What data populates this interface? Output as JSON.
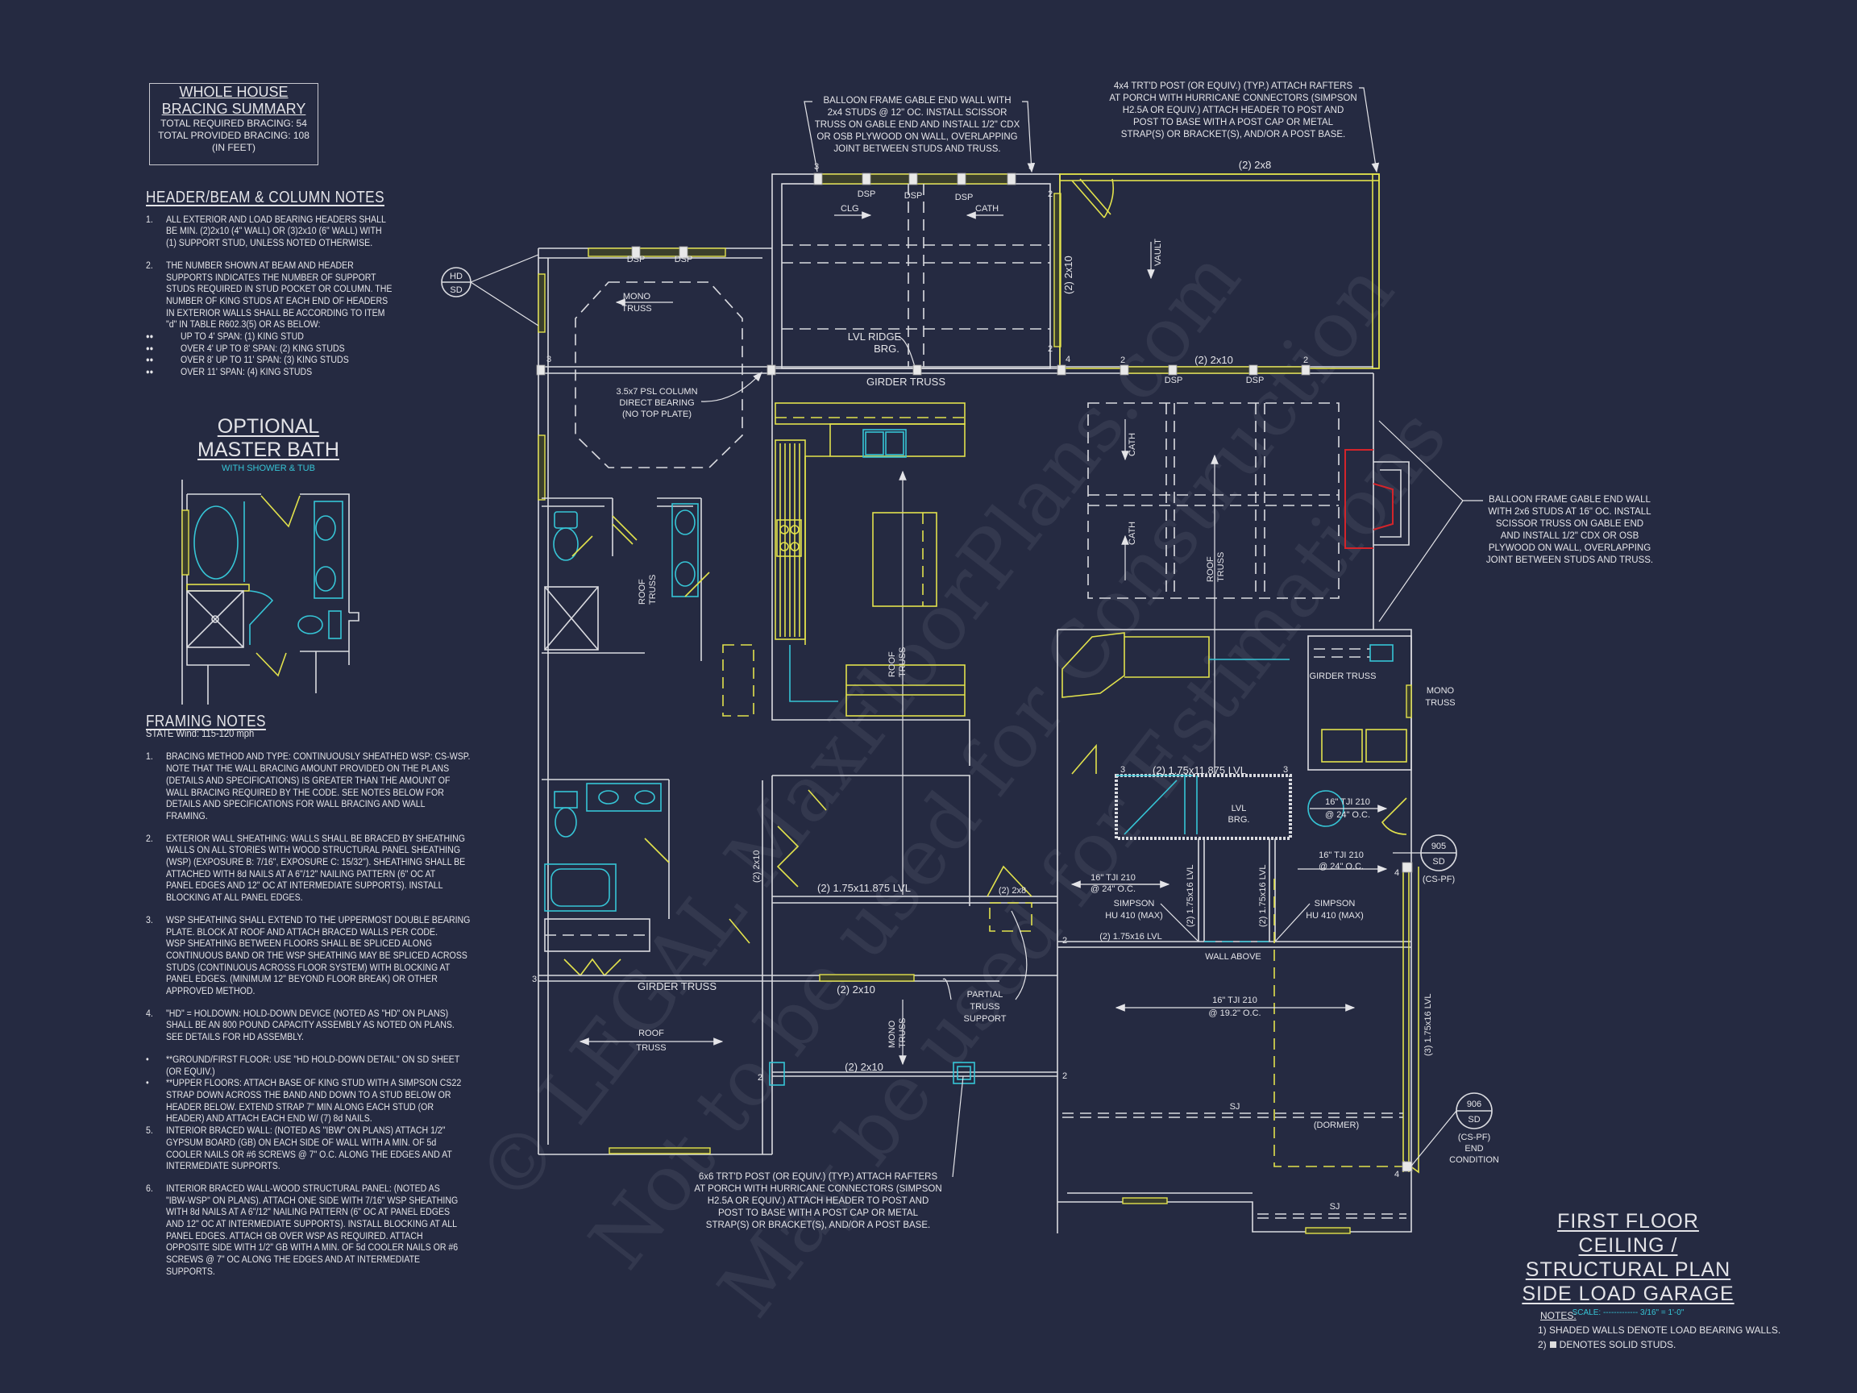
{
  "sheet": {
    "bracing_summary": {
      "title": [
        "WHOLE HOUSE",
        "BRACING SUMMARY"
      ],
      "lines": [
        "TOTAL REQUIRED BRACING: 54",
        "TOTAL PROVIDED BRACING: 108",
        "(IN FEET)"
      ]
    },
    "header_notes": {
      "title": "HEADER/BEAM & COLUMN NOTES",
      "items": [
        {
          "num": "1.",
          "lines": [
            "ALL EXTERIOR AND LOAD BEARING HEADERS SHALL",
            "BE MIN. (2)2x10 (4\" WALL) OR (3)2x10 (6\" WALL) WITH",
            "(1) SUPPORT STUD, UNLESS NOTED OTHERWISE."
          ]
        },
        {
          "num": "2.",
          "lines": [
            "THE NUMBER SHOWN AT BEAM AND HEADER",
            "SUPPORTS INDICATES THE NUMBER OF SUPPORT",
            "STUDS REQUIRED IN STUD POCKET OR COLUMN. THE",
            "NUMBER OF KING STUDS AT EACH END OF HEADERS",
            "IN EXTERIOR WALLS SHALL BE ACCORDING TO ITEM",
            "\"d\" IN TABLE R602.3(5) OR AS BELOW:"
          ]
        }
      ],
      "bullets": [
        "UP TO 4' SPAN: (1) KING STUD",
        "OVER 4' UP TO 8' SPAN: (2) KING STUDS",
        "OVER 8' UP TO 11' SPAN: (3) KING STUDS",
        "OVER 11' SPAN: (4) KING STUDS"
      ],
      "bullet_glyph": "●●"
    },
    "optional_bath": {
      "title": [
        "OPTIONAL",
        "MASTER BATH"
      ],
      "subtitle": "WITH SHOWER & TUB"
    },
    "framing_notes": {
      "title": "FRAMING NOTES",
      "wind": "STATE Wind: 115-120 mph",
      "items": [
        {
          "num": "1.",
          "lines": [
            "BRACING METHOD AND TYPE: CONTINUOUSLY SHEATHED WSP: CS-WSP.",
            "NOTE THAT THE WALL BRACING AMOUNT PROVIDED ON THE PLANS",
            "(DETAILS AND SPECIFICATIONS) IS GREATER THAN THE AMOUNT OF",
            "WALL BRACING REQUIRED BY THE CODE. SEE NOTES BELOW FOR",
            "DETAILS AND SPECIFICATIONS FOR WALL BRACING AND WALL",
            "FRAMING."
          ]
        },
        {
          "num": "2.",
          "lines": [
            "EXTERIOR WALL SHEATHING: WALLS SHALL BE BRACED BY SHEATHING",
            "WALLS ON ALL STORIES WITH WOOD STRUCTURAL PANEL SHEATHING",
            "(WSP) (EXPOSURE B: 7/16\", EXPOSURE C: 15/32\"). SHEATHING SHALL BE",
            "ATTACHED WITH 8d NAILS AT A 6\"/12\" NAILING PATTERN (6\" OC AT",
            "PANEL EDGES AND 12\" OC AT INTERMEDIATE SUPPORTS). INSTALL",
            "BLOCKING AT ALL PANEL EDGES."
          ]
        },
        {
          "num": "3.",
          "lines": [
            "WSP SHEATHING SHALL EXTEND TO THE UPPERMOST DOUBLE BEARING",
            "PLATE. BLOCK AT ROOF AND ATTACH BRACED WALLS PER CODE.",
            "WSP SHEATHING BETWEEN FLOORS SHALL BE SPLICED ALONG",
            "CONTINUOUS BAND OR THE WSP SHEATHING MAY BE SPLICED ACROSS",
            "STUDS (CONTINUOUS ACROSS FLOOR SYSTEM) WITH BLOCKING AT",
            "PANEL EDGES. (MINIMUM 12\" BEYOND FLOOR BREAK) OR OTHER",
            "APPROVED METHOD."
          ]
        },
        {
          "num": "4.",
          "lines": [
            "\"HD\" = HOLDOWN: HOLD-DOWN DEVICE (NOTED AS \"HD\" ON PLANS)",
            "SHALL BE AN 800 POUND CAPACITY ASSEMBLY AS NOTED ON PLANS.",
            "SEE DETAILS FOR HD ASSEMBLY."
          ]
        },
        {
          "num": "•",
          "lines": [
            "**GROUND/FIRST FLOOR:  USE \"HD HOLD-DOWN DETAIL\" ON SD SHEET",
            "(OR EQUIV.)"
          ]
        },
        {
          "num": "•",
          "lines": [
            "**UPPER FLOORS: ATTACH BASE OF KING STUD WITH A SIMPSON CS22",
            "STRAP DOWN ACROSS THE BAND AND DOWN TO A STUD BELOW OR",
            "HEADER BELOW.  EXTEND STRAP 7\" MIN ALONG EACH STUD (OR",
            "HEADER) AND ATTACH EACH END W/ (7) 8d NAILS."
          ]
        },
        {
          "num": "5.",
          "lines": [
            "INTERIOR BRACED WALL: (NOTED AS \"IBW\" ON PLANS) ATTACH 1/2\"",
            "GYPSUM BOARD (GB) ON EACH SIDE OF WALL WITH A MIN. OF 5d",
            "COOLER NAILS OR #6 SCREWS @ 7\" O.C. ALONG THE EDGES AND AT",
            "INTERMEDIATE SUPPORTS."
          ]
        },
        {
          "num": "6.",
          "lines": [
            "INTERIOR BRACED WALL-WOOD STRUCTURAL PANEL: (NOTED AS",
            "\"IBW-WSP\" ON PLANS). ATTACH ONE SIDE WITH 7/16\" WSP SHEATHING",
            "WITH 8d NAILS AT A 6\"/12\" NAILING PATTERN (6\" OC AT PANEL EDGES",
            "AND 12\" OC AT INTERMEDIATE SUPPORTS). INSTALL BLOCKING AT ALL",
            "PANEL EDGES. ATTACH GB OVER WSP AS REQUIRED. ATTACH",
            "OPPOSITE SIDE WITH 1/2\" GB WITH A MIN. OF 5d COOLER NAILS OR #6",
            "SCREWS @ 7\" OC ALONG THE EDGES AND AT INTERMEDIATE",
            "SUPPORTS."
          ]
        }
      ]
    },
    "callouts": {
      "gable_top": [
        "BALLOON FRAME GABLE END WALL WITH",
        "2x4 STUDS @ 12\" OC. INSTALL SCISSOR",
        "TRUSS ON GABLE END AND INSTALL 1/2\" CDX",
        "OR OSB PLYWOOD ON WALL, OVERLAPPING",
        "JOINT BETWEEN STUDS AND TRUSS."
      ],
      "porch_post_top": [
        "4x4 TRT'D POST (OR EQUIV.) (TYP.) ATTACH RAFTERS",
        "AT PORCH WITH HURRICANE CONNECTORS (SIMPSON",
        "H2.5A OR EQUIV.) ATTACH HEADER TO POST AND",
        "POST TO BASE WITH A POST CAP OR METAL",
        "STRAP(S) OR BRACKET(S), AND/OR A POST BASE."
      ],
      "gable_right": [
        "BALLOON FRAME GABLE END WALL",
        "WITH 2x6 STUDS AT 16\" OC. INSTALL",
        "SCISSOR TRUSS ON GABLE END",
        "AND INSTALL 1/2\" CDX OR OSB",
        "PLYWOOD ON WALL, OVERLAPPING",
        "JOINT BETWEEN STUDS AND TRUSS."
      ],
      "porch_post_bottom": [
        "6x6 TRT'D POST (OR EQUIV.) (TYP.) ATTACH RAFTERS",
        "AT PORCH WITH HURRICANE CONNECTORS (SIMPSON",
        "H2.5A OR EQUIV.) ATTACH HEADER TO POST AND",
        "POST TO BASE WITH A POST CAP OR METAL",
        "STRAP(S) OR BRACKET(S), AND/OR A POST BASE."
      ]
    },
    "plan_labels": {
      "dsp": "DSP",
      "n2": "2",
      "n3": "3",
      "n4": "4",
      "clg": "CLG",
      "cath": "CATH",
      "vault": "VAULT",
      "two_2x8": "(2) 2x8",
      "two_2x10": "(2) 2x10",
      "lvl_ridge": [
        "LVL RIDGE",
        "BRG."
      ],
      "girder_truss": "GIRDER TRUSS",
      "mono_truss": [
        "MONO",
        "TRUSS"
      ],
      "psl_column": [
        "3.5x7 PSL COLUMN",
        "DIRECT BEARING",
        "(NO TOP PLATE)"
      ],
      "roof_truss": [
        "ROOF",
        "TRUSS"
      ],
      "lvl_11875": "(2) 1.75x11.875 LVL",
      "lvl_16": "(2) 1.75x16 LVL",
      "lvl_16_3": "(3) 1.75x16 LVL",
      "lvl_brg": [
        "LVL",
        "BRG."
      ],
      "tji_24": [
        "16\" TJI 210",
        "@ 24\" O.C."
      ],
      "tji_192": [
        "16\" TJI 210",
        "@ 19.2\" O.C."
      ],
      "simpson": [
        "SIMPSON",
        "HU 410 (MAX)"
      ],
      "wall_above": "WALL ABOVE",
      "partial_truss": [
        "PARTIAL",
        "TRUSS",
        "SUPPORT"
      ],
      "sj": "SJ",
      "dormer": "(DORMER)"
    },
    "detail_tags": {
      "hd": {
        "top": "HD",
        "bottom": "SD"
      },
      "t905": {
        "top": "905",
        "bottom": "SD",
        "sub": [
          "(CS-PF)"
        ]
      },
      "t906": {
        "top": "906",
        "bottom": "SD",
        "sub": [
          "(CS-PF)",
          "END",
          "CONDITION"
        ]
      }
    },
    "title_block": {
      "title": [
        "FIRST FLOOR CEILING /",
        "STRUCTURAL PLAN",
        "SIDE LOAD GARAGE"
      ],
      "scale": "SCALE: ------------- 3/16\" = 1'-0\"",
      "notes_title": "NOTES:",
      "note1": "1) SHADED WALLS DENOTE LOAD BEARING WALLS.",
      "note2_prefix": "2)",
      "note2_text": "DENOTES SOLID STUDS."
    },
    "watermark": [
      "© LEGAL MaxFloorPlans.com",
      "Not to be used for Construction",
      "May be used for Estimations"
    ]
  },
  "colors": {
    "background": "#252a41",
    "walls": "#dadbe0",
    "bearing": "#e2e24c",
    "fixtures": "#36c5d6",
    "hearth": "#d4242a"
  }
}
